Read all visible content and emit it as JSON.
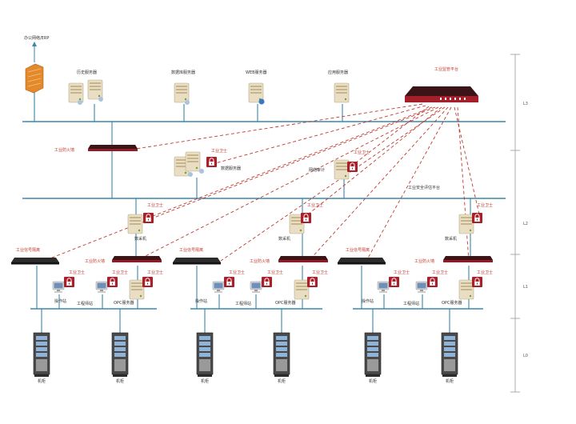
{
  "labels": {
    "office_network": "办公网络/ERP",
    "history_server": "历史服务器",
    "db_server": "数据库服务器",
    "web_server": "WEB服务器",
    "app_server": "应用服务器",
    "monitor_platform": "工业监管平台",
    "industrial_firewall_top": "工业防火墙",
    "guard_top": "工业卫士",
    "data_server": "数据服务器",
    "guard_mid": "工业卫士",
    "audit": "网络审计",
    "security_platform": "工业安全评估平台",
    "collector_left": "数采机",
    "collector_mid": "数采机",
    "collector_right": "数采机",
    "guard_col_left": "工业卫士",
    "guard_col_mid": "工业卫士",
    "guard_col_right": "工业卫士",
    "isolation_1": "工业信号隔离",
    "isolation_2": "工业信号隔离",
    "isolation_3": "工业信号隔离",
    "firewall_1": "工业防火墙",
    "firewall_2": "工业防火墙",
    "firewall_3": "工业防火墙",
    "operator": "操作站",
    "engineer": "工程师站",
    "opc": "OPC服务器",
    "guard_small": "工业卫士",
    "controller": "机柜",
    "levels": [
      "L3",
      "L2",
      "L1",
      "L0"
    ]
  }
}
